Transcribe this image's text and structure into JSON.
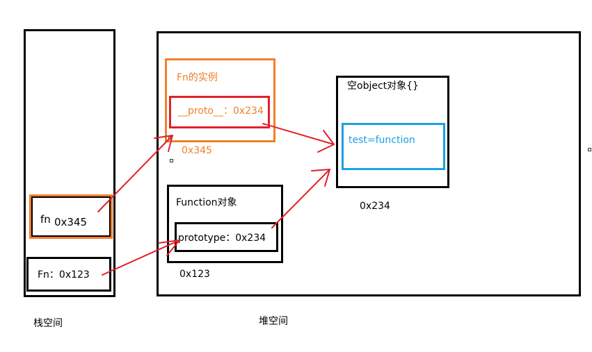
{
  "labels": {
    "stack_space": "栈空间",
    "heap_space": "堆空间",
    "fn_var": "fn",
    "fn_var_addr": "0x345",
    "Fn_var": "Fn：0x123",
    "instance_title": "Fn的实例",
    "proto_field": "__proto__：0x234",
    "instance_addr": "0x345",
    "function_title": "Function对象",
    "prototype_field": "prototype：0x234",
    "function_addr": "0x123",
    "empty_obj_title": "空object对象{}",
    "test_field": "test=function",
    "empty_obj_addr": "0x234"
  },
  "colors": {
    "black": "#000000",
    "orange": "#f07f2b",
    "red": "#e0202a",
    "blue": "#1ba1e2",
    "arrow": "#e0202a"
  }
}
